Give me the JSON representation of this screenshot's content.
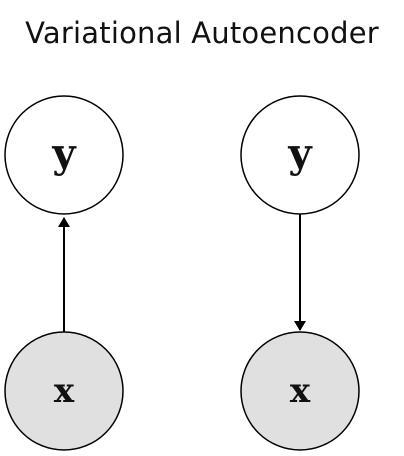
{
  "diagram": {
    "title": "Variational Autoencoder",
    "nodes": [
      {
        "id": "left-y",
        "label": "y",
        "observed": false
      },
      {
        "id": "left-x",
        "label": "x",
        "observed": true
      },
      {
        "id": "right-y",
        "label": "y",
        "observed": false
      },
      {
        "id": "right-x",
        "label": "x",
        "observed": true
      }
    ],
    "edges": [
      {
        "from": "left-x",
        "to": "left-y"
      },
      {
        "from": "right-y",
        "to": "right-x"
      }
    ],
    "colors": {
      "observed_fill": "#e0e0e0",
      "latent_fill": "#ffffff",
      "stroke": "#000000"
    }
  }
}
